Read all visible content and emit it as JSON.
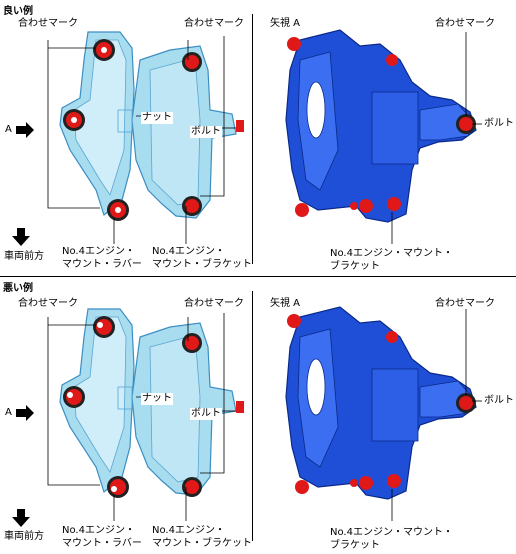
{
  "sections": [
    {
      "title": "良い例",
      "left": {
        "match_mark_left": "合わせマーク",
        "match_mark_right": "合わせマーク",
        "nut": "ナット",
        "bolt": "ボルト",
        "arrow": "A",
        "forward": "車両前方",
        "rubber": [
          "No.4エンジン・",
          "マウント・ラバー"
        ],
        "bracket": [
          "No.4エンジン・",
          "マウント・ブラケット"
        ]
      },
      "right": {
        "view": "矢視 A",
        "match_mark": "合わせマーク",
        "bolt": "ボルト",
        "bracket": [
          "No.4エンジン・マウント・",
          "ブラケット"
        ]
      }
    },
    {
      "title": "悪い例",
      "left": {
        "match_mark_left": "合わせマーク",
        "match_mark_right": "合わせマーク",
        "nut": "ナット",
        "bolt": "ボルト",
        "arrow": "A",
        "forward": "車両前方",
        "rubber": [
          "No.4エンジン・",
          "マウント・ラバー"
        ],
        "bracket": [
          "No.4エンジン・",
          "マウント・ブラケット"
        ]
      },
      "right": {
        "view": "矢視 A",
        "match_mark": "合わせマーク",
        "bolt": "ボルト",
        "bracket": [
          "No.4エンジン・マウント・",
          "ブラケット"
        ]
      }
    }
  ],
  "colors": {
    "light_part": "#a8dcef",
    "light_edge": "#3c8fc4",
    "dark_part": "#1f4fd6",
    "dark_edge": "#0a2a8a",
    "bolt_red": "#e01818"
  }
}
